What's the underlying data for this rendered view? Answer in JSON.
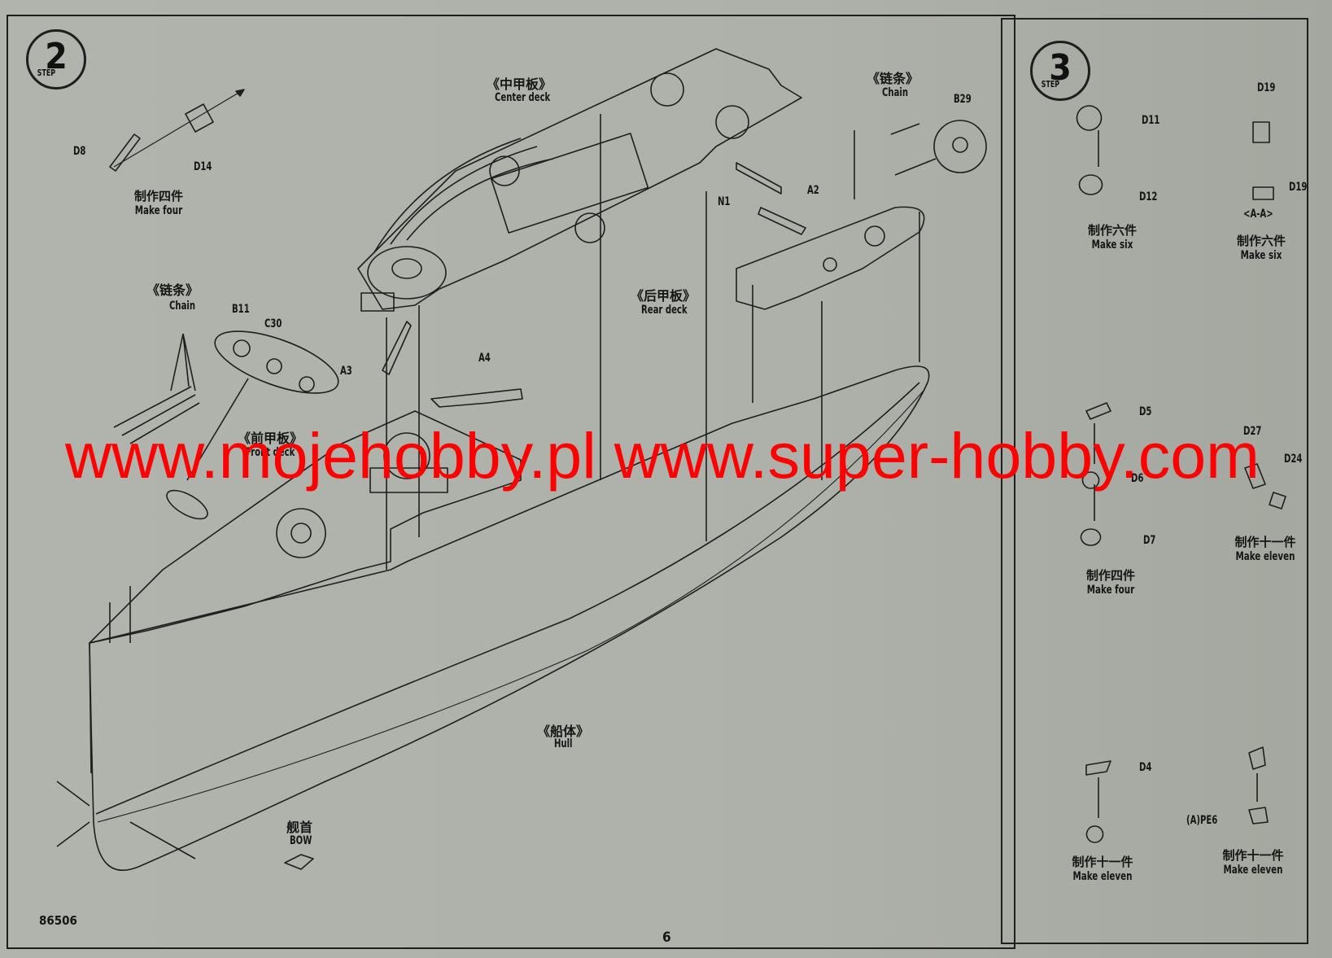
{
  "step2": {
    "badge_number": "2",
    "badge_word": "STEP",
    "parts": {
      "d8": "D8",
      "d14": "D14",
      "b11": "B11",
      "c30": "C30",
      "a3": "A3",
      "a4": "A4",
      "b29": "B29",
      "a2": "A2",
      "n1": "N1"
    },
    "labels": {
      "center_deck_cn": "《中甲板》",
      "center_deck_en": "Center deck",
      "chain_cn": "《链条》",
      "chain_en": "Chain",
      "chain_left_cn": "《链条》",
      "chain_left_en": "Chain",
      "rear_deck_cn": "《后甲板》",
      "rear_deck_en": "Rear deck",
      "front_deck_cn": "《前甲板》",
      "front_deck_en": "Front deck",
      "hull_cn": "《船体》",
      "hull_en": "Hull",
      "bow_cn": "舰首",
      "bow_en": "BOW"
    },
    "make_four_cn": "制作四件",
    "make_four_en": "Make four"
  },
  "step3": {
    "badge_number": "3",
    "badge_word": "STEP",
    "parts": {
      "d11": "D11",
      "d12": "D12",
      "d19a": "D19",
      "d19b": "D19",
      "aa": "<A-A>",
      "d5": "D5",
      "d6": "D6",
      "d7": "D7",
      "d27": "D27",
      "d24": "D24",
      "d4": "D4",
      "ape6": "(A)PE6"
    },
    "captions": {
      "make_six_1_cn": "制作六件",
      "make_six_1_en": "Make six",
      "make_six_2_cn": "制作六件",
      "make_six_2_en": "Make six",
      "make_four_cn": "制作四件",
      "make_four_en": "Make four",
      "make_eleven_1_cn": "制作十一件",
      "make_eleven_1_en": "Make eleven",
      "make_eleven_2_cn": "制作十一件",
      "make_eleven_2_en": "Make eleven",
      "make_eleven_3_cn": "制作十一件",
      "make_eleven_3_en": "Make eleven"
    }
  },
  "footer": {
    "kit_number": "86506",
    "page_number": "6"
  },
  "watermark": "www.mojehobby.pl www.super-hobby.com",
  "colors": {
    "paper": "#aeb1aa",
    "ink": "#1e1e1e",
    "watermark": "#ff0000"
  }
}
